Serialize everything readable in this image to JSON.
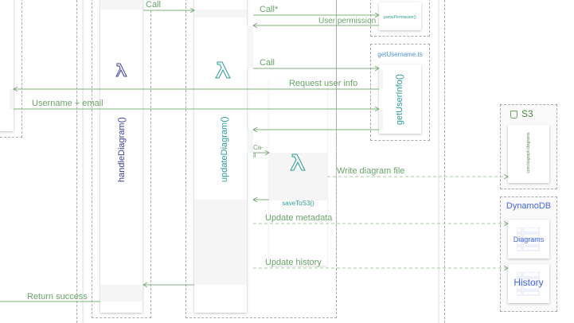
{
  "colors": {
    "arrow": "#6aa368",
    "handler": "#3d3f9b",
    "teal": "#2a9b96",
    "blue": "#4466dd",
    "link": "#4a90d9"
  },
  "participants": {
    "handle": {
      "name": "handleDiagram()",
      "icon": "lambda-icon"
    },
    "update": {
      "name": "updateDiagram()",
      "icon": "lambda-icon"
    },
    "save": {
      "name": "saveToS3()",
      "icon": "lambda-icon"
    },
    "parse": {
      "name": "parsePermission()"
    },
    "getuser": {
      "file": "getUsername.ts",
      "name": "getUserInfo()"
    },
    "s3": {
      "title": "S3",
      "icon": "bucket-icon",
      "bucket": "com.bograph.diagrams"
    },
    "dynamo": {
      "title": "DynamoDB",
      "tables": [
        "Diagrams",
        "History"
      ],
      "icon": "table-icon"
    }
  },
  "messages": {
    "call_top": "Call",
    "call_star": "Call*",
    "user_permission": "User permission",
    "call_getuser": "Call",
    "request_user_info": "Request user info",
    "username_email": "Username + email",
    "call_save": "Ca-\nll",
    "write_file": "Write diagram file",
    "update_metadata": "Update metadata",
    "update_history": "Update history",
    "return_success": "Return success"
  }
}
